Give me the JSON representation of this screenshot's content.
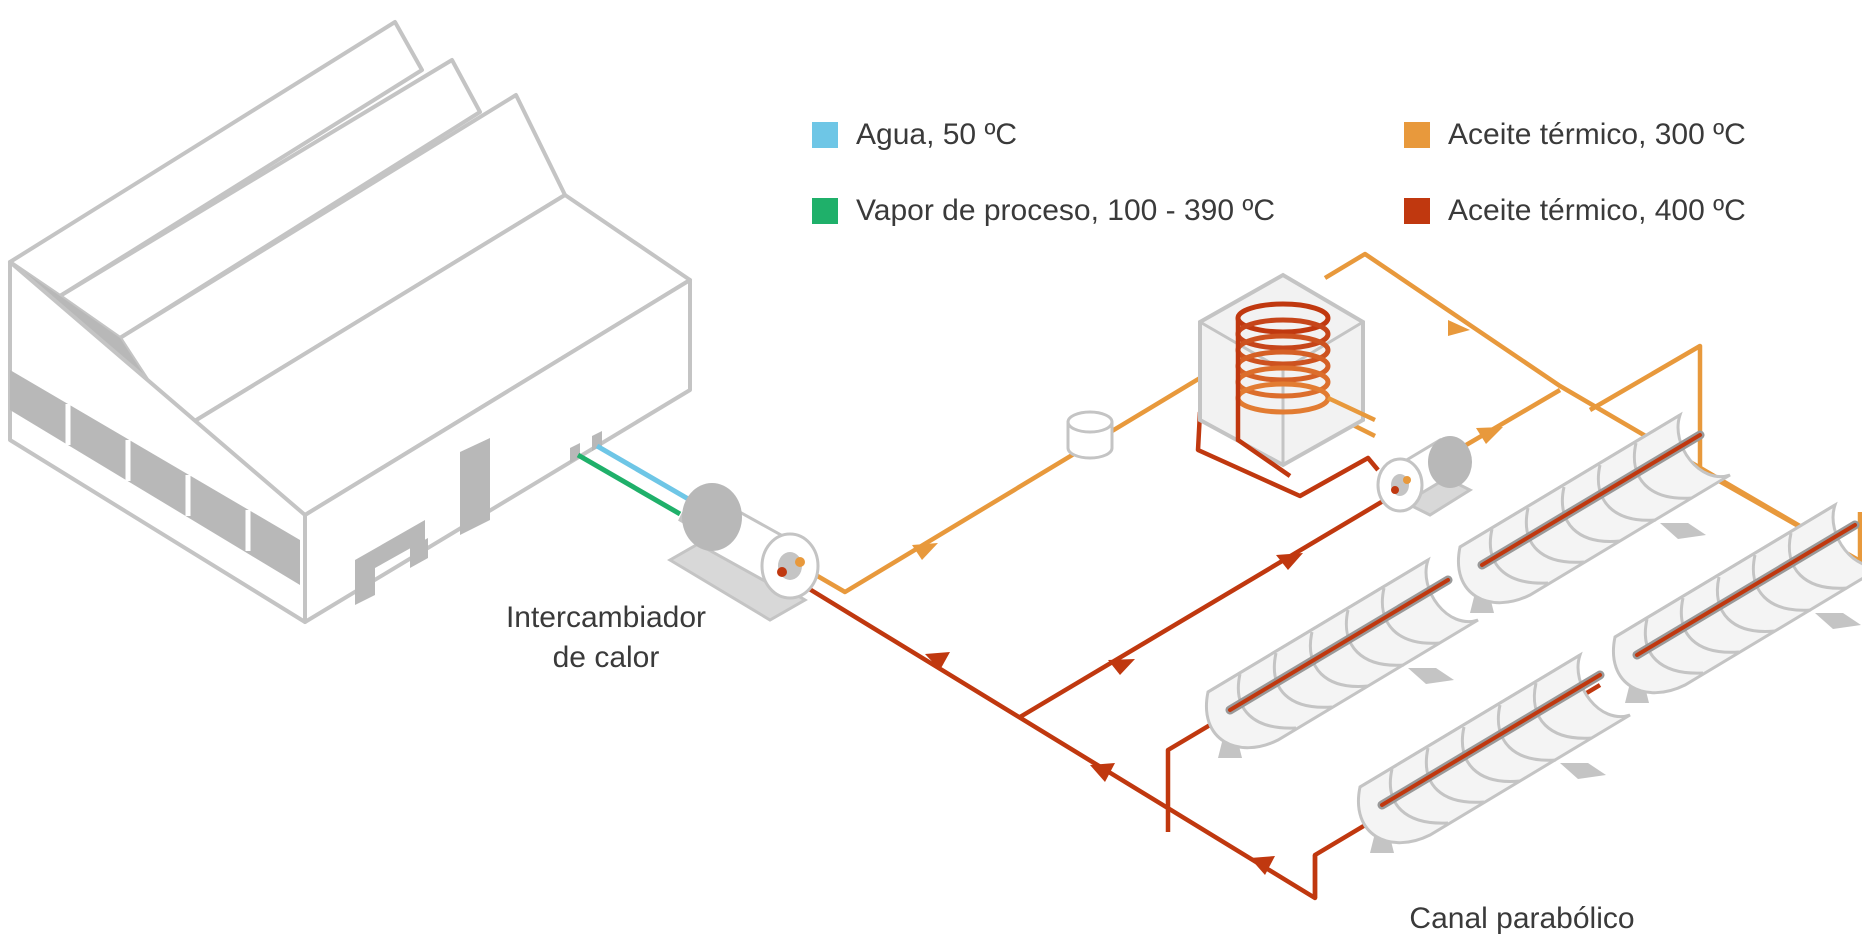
{
  "legend": [
    {
      "label": "Agua, 50 ºC",
      "color": "#6ec6e6"
    },
    {
      "label": "Vapor de proceso, 100 - 390 ºC",
      "color": "#1fb06a"
    },
    {
      "label": "Aceite térmico, 300 ºC",
      "color": "#e8993c"
    },
    {
      "label": "Aceite térmico, 400 ºC",
      "color": "#c0380f"
    }
  ],
  "labels": {
    "heat_exchanger_line1": "Intercambiador",
    "heat_exchanger_line2": "de calor",
    "parabolic_trough": "Canal parabólico"
  },
  "colors": {
    "outline": "#c4c4c4",
    "fill_dark": "#b8b8b8",
    "water": "#6ec6e6",
    "steam": "#1fb06a",
    "oil_300": "#e8993c",
    "oil_400": "#c0380f"
  },
  "icons": [
    "factory-icon",
    "heat-exchanger-icon",
    "expansion-tank-icon",
    "thermal-storage-icon",
    "pump-icon",
    "parabolic-trough-icon"
  ]
}
